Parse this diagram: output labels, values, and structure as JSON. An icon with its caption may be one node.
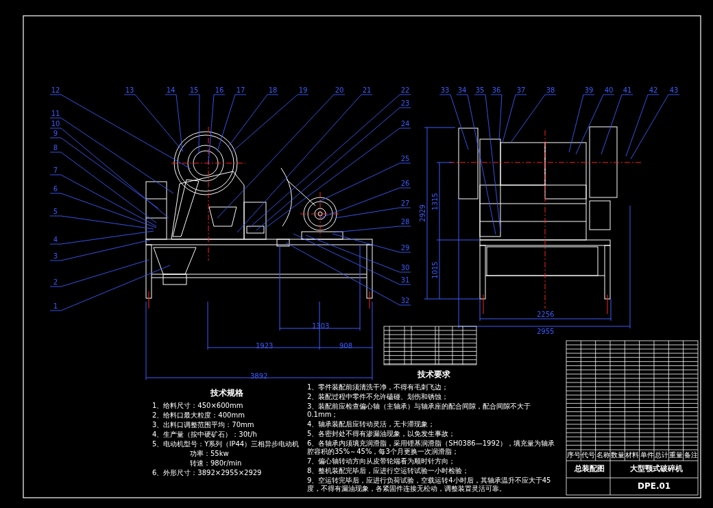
{
  "diagram": {
    "nodes": [
      {
        "text": [
          "1"
        ]
      },
      {
        "text": [
          "2"
        ]
      },
      {
        "text": [
          "3"
        ]
      },
      {
        "text": [
          "4"
        ]
      },
      {
        "text": [
          "5"
        ]
      },
      {
        "text": [
          "6"
        ]
      },
      {
        "text": [
          "7"
        ]
      },
      {
        "text": [
          "8"
        ]
      },
      {
        "text": [
          "9"
        ]
      },
      {
        "text": [
          "10"
        ]
      },
      {
        "text": [
          "11"
        ]
      },
      {
        "text": [
          "12"
        ]
      },
      {
        "text": [
          "13"
        ]
      },
      {
        "text": [
          "14"
        ]
      },
      {
        "text": [
          "15"
        ]
      },
      {
        "text": [
          "16"
        ]
      },
      {
        "text": [
          "17"
        ]
      },
      {
        "text": [
          "18"
        ]
      },
      {
        "text": [
          "19"
        ]
      },
      {
        "text": [
          "20"
        ]
      },
      {
        "text": [
          "21"
        ]
      },
      {
        "text": [
          "22"
        ]
      },
      {
        "text": [
          "23"
        ]
      },
      {
        "text": [
          "24"
        ]
      },
      {
        "text": [
          "25"
        ]
      },
      {
        "text": [
          "26"
        ]
      },
      {
        "text": [
          "27"
        ]
      },
      {
        "text": [
          "28"
        ]
      },
      {
        "text": [
          "29"
        ]
      },
      {
        "text": [
          "30"
        ]
      },
      {
        "text": [
          "31"
        ]
      },
      {
        "text": [
          "32"
        ]
      },
      {
        "text": [
          "33"
        ]
      },
      {
        "text": [
          "34"
        ]
      },
      {
        "text": [
          "35"
        ]
      },
      {
        "text": [
          "36"
        ]
      },
      {
        "text": [
          "37"
        ]
      },
      {
        "text": [
          "38"
        ]
      },
      {
        "text": [
          "39"
        ]
      },
      {
        "text": [
          "40"
        ]
      },
      {
        "text": [
          "41"
        ]
      },
      {
        "text": [
          "42"
        ]
      },
      {
        "text": [
          "43"
        ]
      }
    ],
    "edges": [
      {
        "from": 0,
        "to": null,
        "arrow": "none"
      },
      {
        "from": 1,
        "to": null,
        "arrow": "none"
      },
      {
        "from": 2,
        "to": null,
        "arrow": "none"
      },
      {
        "from": 3,
        "to": null,
        "arrow": "none"
      },
      {
        "from": 4,
        "to": null,
        "arrow": "none"
      },
      {
        "from": 5,
        "to": null,
        "arrow": "none"
      },
      {
        "from": 6,
        "to": null,
        "arrow": "none"
      },
      {
        "from": 7,
        "to": null,
        "arrow": "none"
      },
      {
        "from": 8,
        "to": null,
        "arrow": "none"
      },
      {
        "from": 9,
        "to": null,
        "arrow": "none"
      },
      {
        "from": 10,
        "to": null,
        "arrow": "none"
      },
      {
        "from": 11,
        "to": null,
        "arrow": "none"
      },
      {
        "from": 12,
        "to": null,
        "arrow": "none"
      },
      {
        "from": 13,
        "to": null,
        "arrow": "none"
      },
      {
        "from": 14,
        "to": null,
        "arrow": "none"
      },
      {
        "from": 15,
        "to": null,
        "arrow": "none"
      },
      {
        "from": 16,
        "to": null,
        "arrow": "none"
      },
      {
        "from": 17,
        "to": null,
        "arrow": "none"
      },
      {
        "from": 18,
        "to": null,
        "arrow": "none"
      },
      {
        "from": 19,
        "to": null,
        "arrow": "none"
      },
      {
        "from": 20,
        "to": null,
        "arrow": "none"
      },
      {
        "from": 21,
        "to": null,
        "arrow": "none"
      },
      {
        "from": 22,
        "to": null,
        "arrow": "none"
      },
      {
        "from": 23,
        "to": null,
        "arrow": "none"
      },
      {
        "from": 24,
        "to": null,
        "arrow": "none"
      },
      {
        "from": 25,
        "to": null,
        "arrow": "none"
      },
      {
        "from": 26,
        "to": null,
        "arrow": "none"
      },
      {
        "from": 27,
        "to": null,
        "arrow": "none"
      },
      {
        "from": 28,
        "to": null,
        "arrow": "none"
      },
      {
        "from": 29,
        "to": null,
        "arrow": "none"
      },
      {
        "from": 30,
        "to": null,
        "arrow": "none"
      },
      {
        "from": 31,
        "to": null,
        "arrow": "none"
      },
      {
        "from": 32,
        "to": null,
        "arrow": "none"
      },
      {
        "from": 33,
        "to": null,
        "arrow": "none"
      },
      {
        "from": 34,
        "to": null,
        "arrow": "none"
      },
      {
        "from": 35,
        "to": null,
        "arrow": "none"
      },
      {
        "from": 36,
        "to": null,
        "arrow": "none"
      },
      {
        "from": 37,
        "to": null,
        "arrow": "none"
      },
      {
        "from": 38,
        "to": null,
        "arrow": "none"
      },
      {
        "from": 39,
        "to": null,
        "arrow": "none"
      },
      {
        "from": 40,
        "to": null,
        "arrow": "none"
      },
      {
        "from": 41,
        "to": null,
        "arrow": "none"
      },
      {
        "from": 42,
        "to": null,
        "arrow": "none"
      }
    ],
    "labels": [
      "1303",
      "1923",
      "908",
      "3892",
      "2929",
      "1315",
      "1015",
      "2256",
      "2955",
      "技术要求",
      "1、零件装配前须清洗干净，不得有毛刺飞边；",
      "2、装配过程中零件不允许磕碰、划伤和锈蚀；",
      "3、装配前应检查偏心轴（主轴承）与轴承座的配合间隙，配合间隙不大于0.1mm；",
      "4、轴承装配后应转动灵活，无卡滞现象；",
      "5、各密封处不得有渗漏油现象，以免发生事故；",
      "6、各轴承内须填充润滑脂，采用锂基润滑脂（SH0386—1992），填充量为轴承腔容积的35%～45%，每3个月更换一次润滑脂；",
      "7、偏心轴转动方向从皮带轮端看为顺时针方向；",
      "8、整机装配完毕后，应进行空运转试验一小时检验；",
      "9、空运转完毕后，应进行负荷试验，空载运转4小时后，其轴承温升不应大于45度，不得有漏油现象，各紧固件连接无松动，调整装置灵活可靠。",
      "技术规格",
      "1、给料尺寸：450×600mm",
      "2、给料口最大粒度：400mm",
      "3、出料口调整范围平均：70mm",
      "4、生产量（按中硬矿石）：30t/h",
      "5、电动机型号：Y系列（IP44）三相异步电动机",
      "功率：55kw",
      "转速：980r/min",
      "6、外形尺寸：3892×2955×2929",
      "序号",
      "代号",
      "名称",
      "数量",
      "材料",
      "单件",
      "总计",
      "重量",
      "备注",
      "总装配图",
      "大型颚式破碎机",
      "DPE.01"
    ]
  }
}
